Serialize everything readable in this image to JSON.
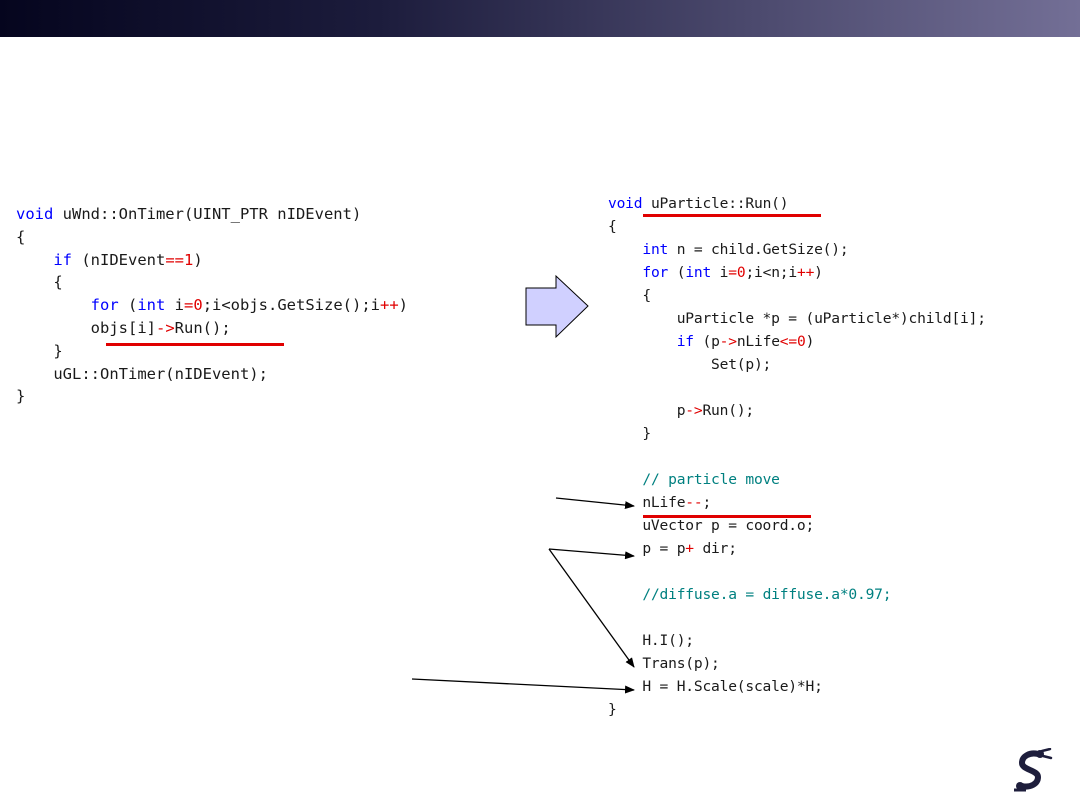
{
  "left_code": [
    [
      {
        "t": "void",
        "c": "kw"
      },
      {
        "t": " uWnd::OnTimer(UINT_PTR nIDEvent)",
        "c": ""
      }
    ],
    [
      {
        "t": "{",
        "c": ""
      }
    ],
    [
      {
        "t": "    ",
        "c": ""
      },
      {
        "t": "if",
        "c": "kw"
      },
      {
        "t": " (nIDEvent",
        "c": ""
      },
      {
        "t": "==",
        "c": "op"
      },
      {
        "t": "1",
        "c": "num"
      },
      {
        "t": ")",
        "c": ""
      }
    ],
    [
      {
        "t": "    {",
        "c": ""
      }
    ],
    [
      {
        "t": "        ",
        "c": ""
      },
      {
        "t": "for",
        "c": "kw"
      },
      {
        "t": " (",
        "c": ""
      },
      {
        "t": "int",
        "c": "kw"
      },
      {
        "t": " i",
        "c": ""
      },
      {
        "t": "=",
        "c": "op"
      },
      {
        "t": "0",
        "c": "num"
      },
      {
        "t": ";i<objs.GetSize();i",
        "c": ""
      },
      {
        "t": "++",
        "c": "op"
      },
      {
        "t": ")",
        "c": ""
      }
    ],
    [
      {
        "t": "        objs[i]",
        "c": ""
      },
      {
        "t": "->",
        "c": "op"
      },
      {
        "t": "Run();",
        "c": ""
      }
    ],
    [
      {
        "t": "    }",
        "c": ""
      }
    ],
    [
      {
        "t": "    uGL::OnTimer(nIDEvent);",
        "c": ""
      }
    ],
    [
      {
        "t": "}",
        "c": ""
      }
    ]
  ],
  "right_code": [
    [
      {
        "t": "void",
        "c": "kw"
      },
      {
        "t": " uParticle::Run()",
        "c": ""
      }
    ],
    [
      {
        "t": "{",
        "c": ""
      }
    ],
    [
      {
        "t": "    ",
        "c": ""
      },
      {
        "t": "int",
        "c": "kw"
      },
      {
        "t": " n = child.GetSize();",
        "c": ""
      }
    ],
    [
      {
        "t": "    ",
        "c": ""
      },
      {
        "t": "for",
        "c": "kw"
      },
      {
        "t": " (",
        "c": ""
      },
      {
        "t": "int",
        "c": "kw"
      },
      {
        "t": " i",
        "c": ""
      },
      {
        "t": "=",
        "c": "op"
      },
      {
        "t": "0",
        "c": "num"
      },
      {
        "t": ";i<n;i",
        "c": ""
      },
      {
        "t": "++",
        "c": "op"
      },
      {
        "t": ")",
        "c": ""
      }
    ],
    [
      {
        "t": "    {",
        "c": ""
      }
    ],
    [
      {
        "t": "        uParticle *p = (uParticle*)child[i];",
        "c": ""
      }
    ],
    [
      {
        "t": "        ",
        "c": ""
      },
      {
        "t": "if",
        "c": "kw"
      },
      {
        "t": " (p",
        "c": ""
      },
      {
        "t": "->",
        "c": "op"
      },
      {
        "t": "nLife",
        "c": ""
      },
      {
        "t": "<=",
        "c": "op"
      },
      {
        "t": "0",
        "c": "num"
      },
      {
        "t": ")",
        "c": ""
      }
    ],
    [
      {
        "t": "            Set(p);",
        "c": ""
      }
    ],
    [
      {
        "t": "",
        "c": ""
      }
    ],
    [
      {
        "t": "        p",
        "c": ""
      },
      {
        "t": "->",
        "c": "op"
      },
      {
        "t": "Run();",
        "c": ""
      }
    ],
    [
      {
        "t": "    }",
        "c": ""
      }
    ],
    [
      {
        "t": "",
        "c": ""
      }
    ],
    [
      {
        "t": "    ",
        "c": ""
      },
      {
        "t": "// particle move",
        "c": "cm"
      }
    ],
    [
      {
        "t": "    nLife",
        "c": ""
      },
      {
        "t": "--",
        "c": "op"
      },
      {
        "t": ";",
        "c": ""
      }
    ],
    [
      {
        "t": "    uVector p = coord.o;",
        "c": ""
      }
    ],
    [
      {
        "t": "    p = p",
        "c": ""
      },
      {
        "t": "+",
        "c": "op"
      },
      {
        "t": " dir;",
        "c": ""
      }
    ],
    [
      {
        "t": "",
        "c": ""
      }
    ],
    [
      {
        "t": "    ",
        "c": ""
      },
      {
        "t": "//diffuse.a = diffuse.a*0.97;",
        "c": "cm"
      }
    ],
    [
      {
        "t": "",
        "c": ""
      }
    ],
    [
      {
        "t": "    H.I();",
        "c": ""
      }
    ],
    [
      {
        "t": "    Trans(p);",
        "c": ""
      }
    ],
    [
      {
        "t": "    H = H.Scale(scale)*H;",
        "c": ""
      }
    ],
    [
      {
        "t": "}",
        "c": ""
      }
    ]
  ],
  "colors": {
    "keyword": "#0000ff",
    "number": "#e00000",
    "operator": "#e00000",
    "comment": "#008080",
    "underline": "#e00000",
    "arrow_fill": "#d0d0ff"
  },
  "icons": {
    "block_arrow": "right-block-arrow-icon",
    "logo": "robot-arm-logo-icon"
  }
}
